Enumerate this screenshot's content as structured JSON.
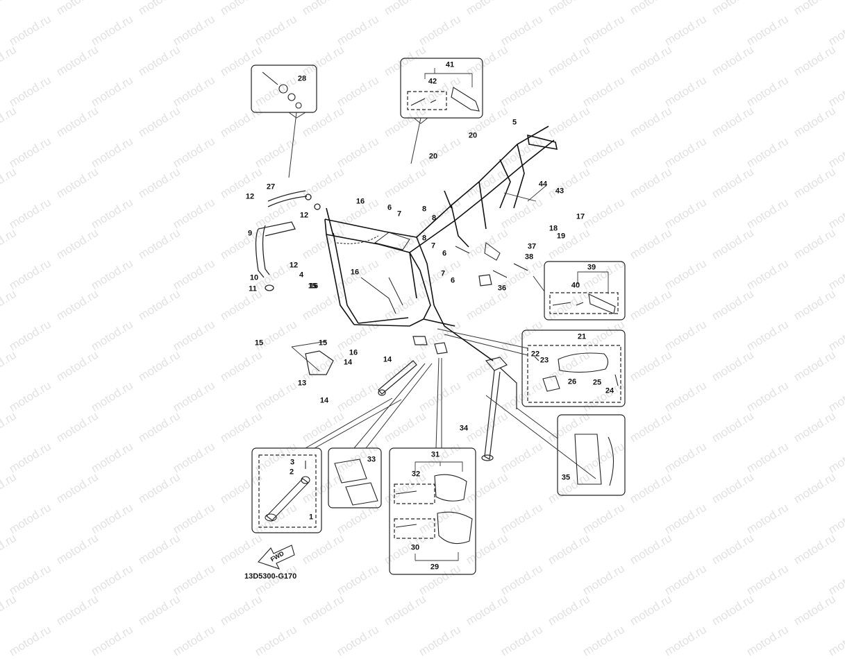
{
  "watermark": {
    "text": "motod.ru",
    "color": "#e2e2e2"
  },
  "diagram": {
    "part_code": "13D5300-G170",
    "fwd_label": "FWD",
    "callouts": [
      "1",
      "2",
      "3",
      "4",
      "5",
      "6",
      "6",
      "6",
      "7",
      "7",
      "7",
      "8",
      "8",
      "8",
      "9",
      "10",
      "11",
      "12",
      "12",
      "12",
      "13",
      "14",
      "14",
      "14",
      "15",
      "15",
      "15",
      "15",
      "16",
      "16",
      "16",
      "16",
      "17",
      "18",
      "19",
      "20",
      "20",
      "21",
      "22",
      "23",
      "24",
      "25",
      "26",
      "27",
      "28",
      "29",
      "30",
      "31",
      "32",
      "33",
      "34",
      "35",
      "36",
      "37",
      "38",
      "39",
      "40",
      "41",
      "42",
      "43",
      "44"
    ]
  }
}
